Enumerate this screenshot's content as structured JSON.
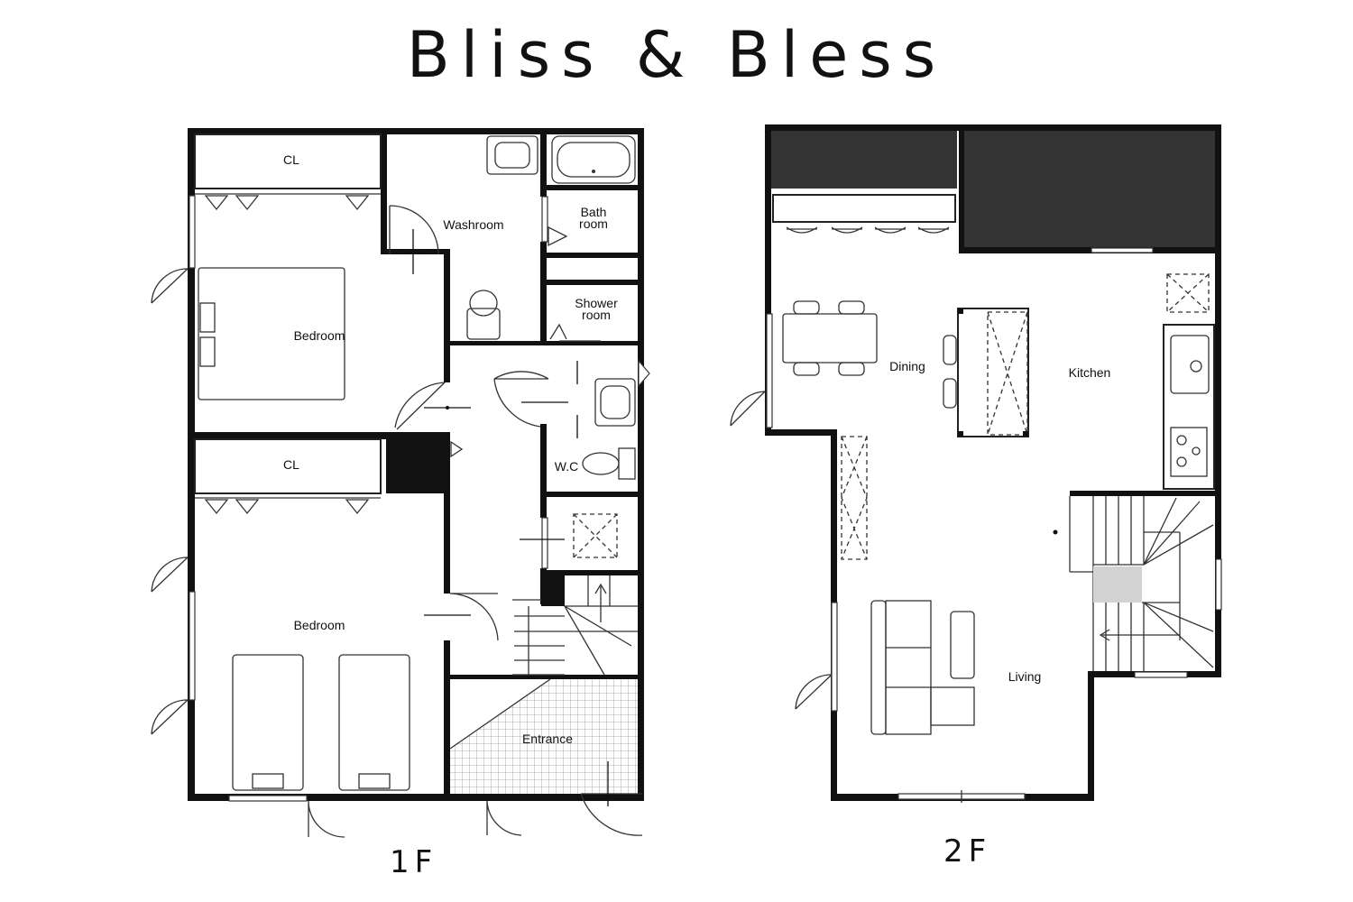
{
  "title": "Bliss & Bless",
  "floors": {
    "f1": {
      "label": "1F",
      "rooms": {
        "cl_top": "CL",
        "bedroom_top": "Bedroom",
        "washroom": "Washroom",
        "bath_line1": "Bath",
        "bath_line2": "room",
        "shower_line1": "Shower",
        "shower_line2": "room",
        "wc": "W.C",
        "cl_bottom": "CL",
        "bedroom_bottom": "Bedroom",
        "entrance": "Entrance"
      }
    },
    "f2": {
      "label": "2F",
      "rooms": {
        "dining": "Dining",
        "kitchen": "Kitchen",
        "living": "Living"
      }
    }
  },
  "colors": {
    "wall": "#111111",
    "dark_fill": "#333333",
    "stair_landing": "#d3d3d3",
    "background": "#ffffff"
  }
}
